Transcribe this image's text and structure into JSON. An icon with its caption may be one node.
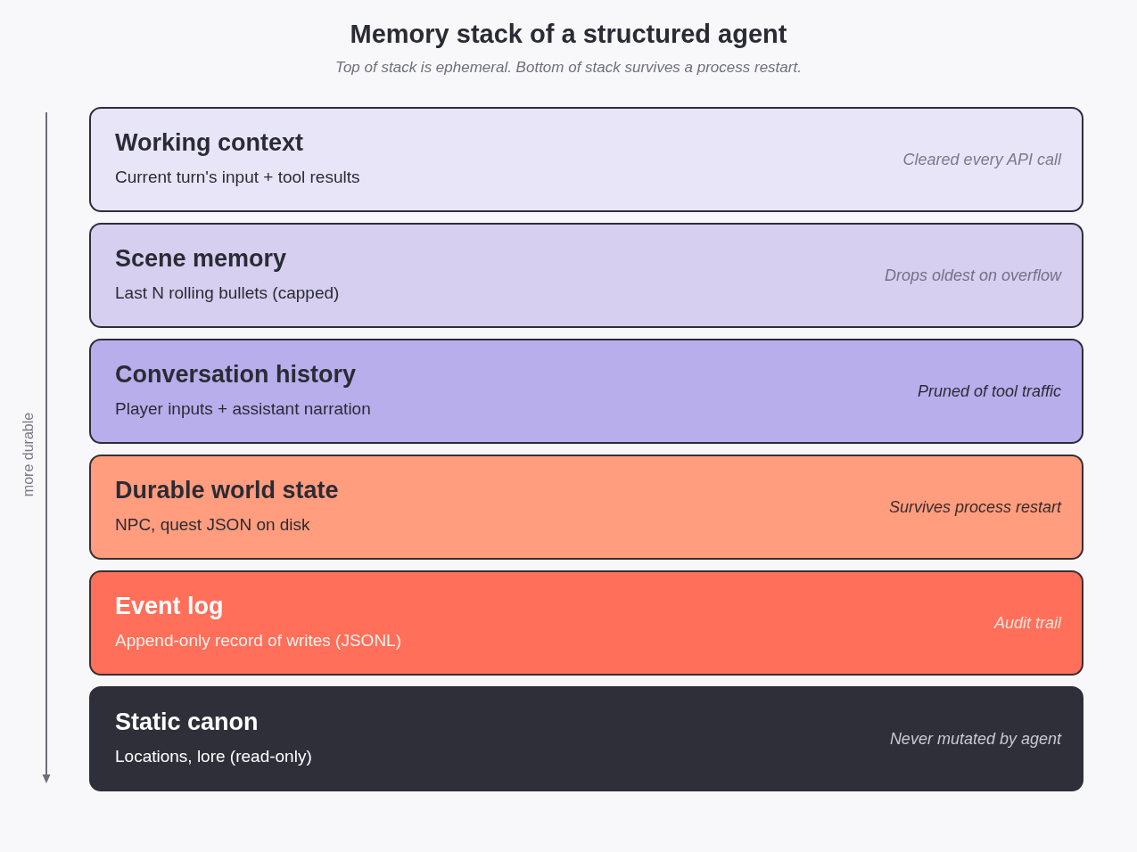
{
  "diagram": {
    "title": "Memory stack of a structured agent",
    "nodes": [
      {
        "text": [
          "Working context",
          "Current turn's input + tool results",
          "Cleared every API call"
        ]
      },
      {
        "text": [
          "Scene memory",
          "Last N rolling bullets (capped)",
          "Drops oldest on overflow"
        ]
      },
      {
        "text": [
          "Conversation history",
          "Player inputs + assistant narration",
          "Pruned of tool traffic"
        ]
      },
      {
        "text": [
          "Durable world state",
          "NPC, quest JSON on disk",
          "Survives process restart"
        ]
      },
      {
        "text": [
          "Event log",
          "Append-only record of writes (JSONL)",
          "Audit trail"
        ]
      },
      {
        "text": [
          "Static canon",
          "Locations, lore (read-only)",
          "Never mutated by agent"
        ]
      }
    ],
    "labels": [
      "Top of stack is ephemeral. Bottom of stack survives a process restart.",
      "more durable"
    ]
  }
}
